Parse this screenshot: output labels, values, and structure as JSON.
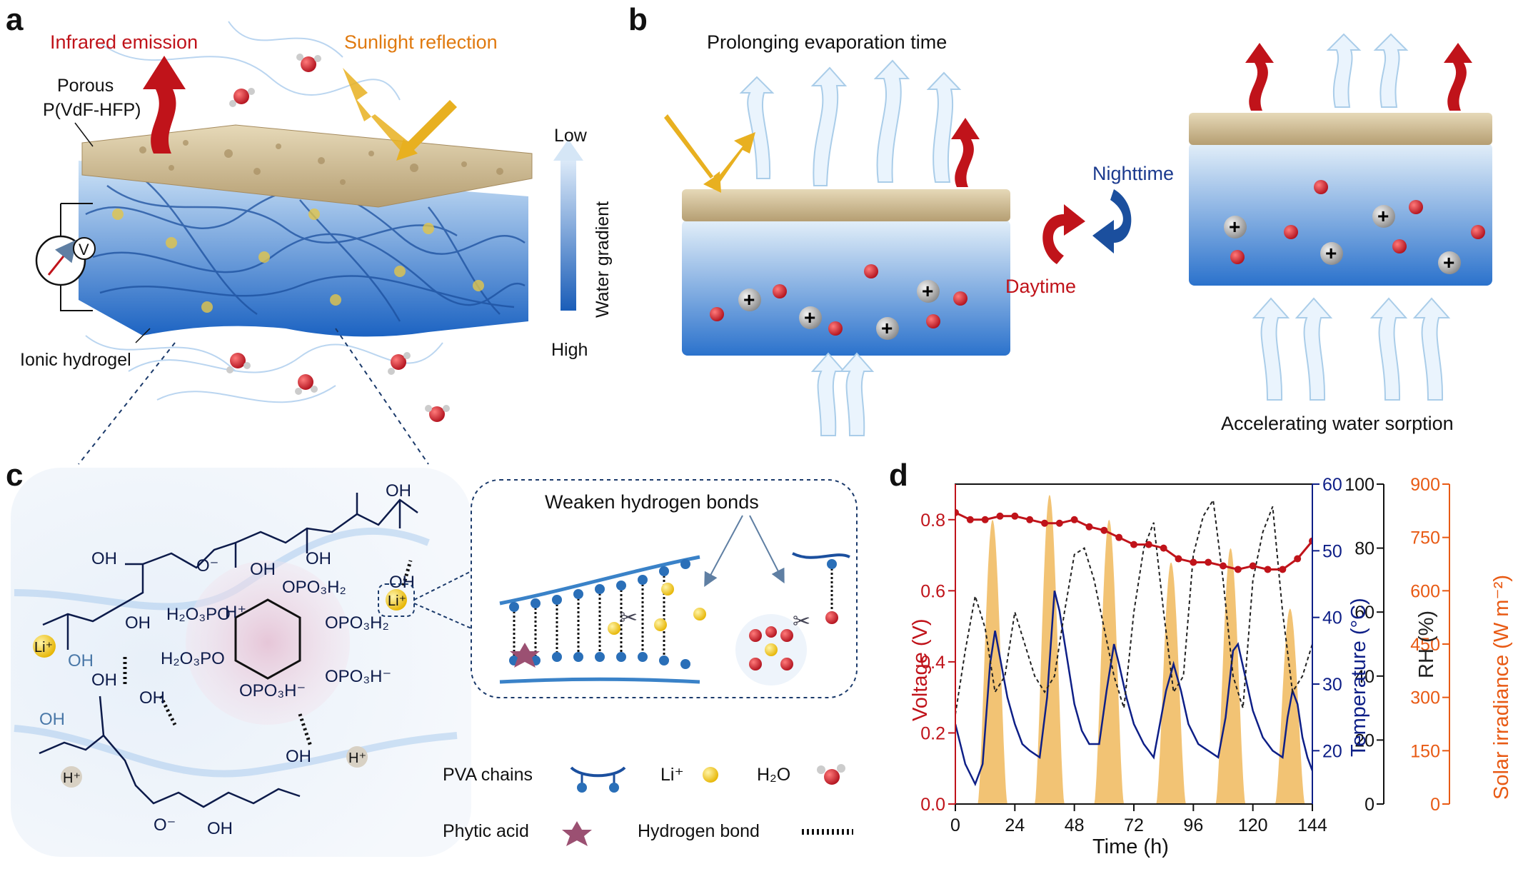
{
  "panel_labels": {
    "a": "a",
    "b": "b",
    "c": "c",
    "d": "d"
  },
  "panel_a": {
    "infrared_emission": "Infrared emission",
    "sunlight_reflection": "Sunlight reflection",
    "porous_line1": "Porous",
    "porous_line2": "P(VdF-HFP)",
    "ionic_hydrogel": "Ionic hydrogel",
    "voltmeter": "V",
    "gradient_low": "Low",
    "gradient_high": "High",
    "gradient_label": "Water gradient"
  },
  "panel_b": {
    "prolonging": "Prolonging evaporation time",
    "nighttime": "Nighttime",
    "daytime": "Daytime",
    "accelerating": "Accelerating water sorption"
  },
  "panel_c": {
    "weaken": "Weaken hydrogen bonds",
    "legend_pva": "PVA chains",
    "legend_li": "Li⁺",
    "legend_h2o": "H₂O",
    "legend_phytic": "Phytic acid",
    "legend_hbond": "Hydrogen bond",
    "li_ion": "Li⁺",
    "h_ion": "H⁺",
    "oh": "OH",
    "o_minus": "O⁻",
    "opo3h2": "OPO₃H₂",
    "h2o3po": "H₂O₃PO",
    "opo3h_minus": "OPO₃H⁻"
  },
  "colors": {
    "voltage": "#c0131a",
    "temperature": "#0e1f87",
    "rh": "#222222",
    "solar": "#e85a14",
    "solar_fill": "#f0b85c",
    "hydrogel": "#2f7fd0",
    "film": "#d9c9a3"
  },
  "chart_data": {
    "type": "line",
    "xlabel": "Time (h)",
    "xlim": [
      0,
      144
    ],
    "xticks": [
      0,
      24,
      48,
      72,
      96,
      120,
      144
    ],
    "axes": {
      "voltage": {
        "label": "Voltage (V)",
        "lim": [
          0,
          0.9
        ],
        "ticks": [
          "0.0",
          "0.2",
          "0.4",
          "0.6",
          "0.8"
        ]
      },
      "temperature": {
        "label": "Temperature (°C)",
        "lim": [
          12,
          60
        ],
        "ticks": [
          "20",
          "30",
          "40",
          "50",
          "60"
        ]
      },
      "rh": {
        "label": "RH (%)",
        "lim": [
          0,
          100
        ],
        "ticks": [
          "0",
          "20",
          "40",
          "60",
          "80",
          "100"
        ]
      },
      "solar": {
        "label": "Solar irradiance (W m⁻²)",
        "lim": [
          0,
          900
        ],
        "ticks": [
          "0",
          "150",
          "300",
          "450",
          "600",
          "750",
          "900"
        ]
      }
    },
    "series": [
      {
        "name": "Voltage",
        "axis": "voltage",
        "x": [
          0,
          6,
          12,
          18,
          24,
          30,
          36,
          42,
          48,
          54,
          60,
          66,
          72,
          78,
          84,
          90,
          96,
          102,
          108,
          114,
          120,
          126,
          132,
          138,
          144
        ],
        "y": [
          0.82,
          0.8,
          0.8,
          0.81,
          0.81,
          0.8,
          0.79,
          0.79,
          0.8,
          0.78,
          0.77,
          0.75,
          0.73,
          0.73,
          0.72,
          0.69,
          0.68,
          0.68,
          0.67,
          0.66,
          0.67,
          0.66,
          0.66,
          0.69,
          0.74
        ]
      },
      {
        "name": "Temperature",
        "axis": "temperature",
        "x": [
          0,
          4,
          8,
          11,
          14,
          16,
          18,
          21,
          24,
          27,
          30,
          34,
          37,
          40,
          42,
          45,
          48,
          51,
          54,
          58,
          61,
          64,
          66,
          69,
          72,
          76,
          80,
          85,
          88,
          91,
          94,
          98,
          102,
          106,
          109,
          112,
          114,
          117,
          120,
          124,
          128,
          132,
          134,
          136,
          138,
          140,
          142,
          144
        ],
        "y": [
          24,
          18,
          15,
          18,
          33,
          38,
          34,
          28,
          24,
          21,
          20,
          19,
          28,
          44,
          41,
          34,
          27,
          23,
          21,
          21,
          29,
          36,
          33,
          28,
          24,
          21,
          19,
          29,
          33,
          29,
          24,
          21,
          20,
          19,
          25,
          35,
          36,
          31,
          26,
          22,
          20,
          19,
          25,
          29,
          27,
          22,
          19,
          17
        ]
      },
      {
        "name": "RH",
        "axis": "rh",
        "x": [
          0,
          4,
          8,
          12,
          16,
          20,
          24,
          28,
          32,
          36,
          40,
          44,
          48,
          52,
          56,
          60,
          64,
          68,
          72,
          76,
          80,
          84,
          88,
          92,
          96,
          100,
          104,
          108,
          112,
          116,
          120,
          124,
          128,
          132,
          136,
          140,
          144
        ],
        "y": [
          28,
          48,
          65,
          55,
          35,
          40,
          60,
          50,
          40,
          35,
          40,
          60,
          78,
          80,
          70,
          55,
          40,
          30,
          60,
          80,
          88,
          60,
          35,
          40,
          78,
          90,
          95,
          70,
          40,
          30,
          70,
          85,
          93,
          60,
          35,
          40,
          50
        ]
      },
      {
        "name": "Solar irradiance",
        "axis": "solar",
        "peaks": [
          {
            "center": 15,
            "max": 800,
            "half_width": 6
          },
          {
            "center": 38,
            "max": 870,
            "half_width": 6
          },
          {
            "center": 62,
            "max": 800,
            "half_width": 6
          },
          {
            "center": 87,
            "max": 680,
            "half_width": 6
          },
          {
            "center": 111,
            "max": 720,
            "half_width": 6
          },
          {
            "center": 135,
            "max": 550,
            "half_width": 6
          }
        ]
      }
    ]
  }
}
